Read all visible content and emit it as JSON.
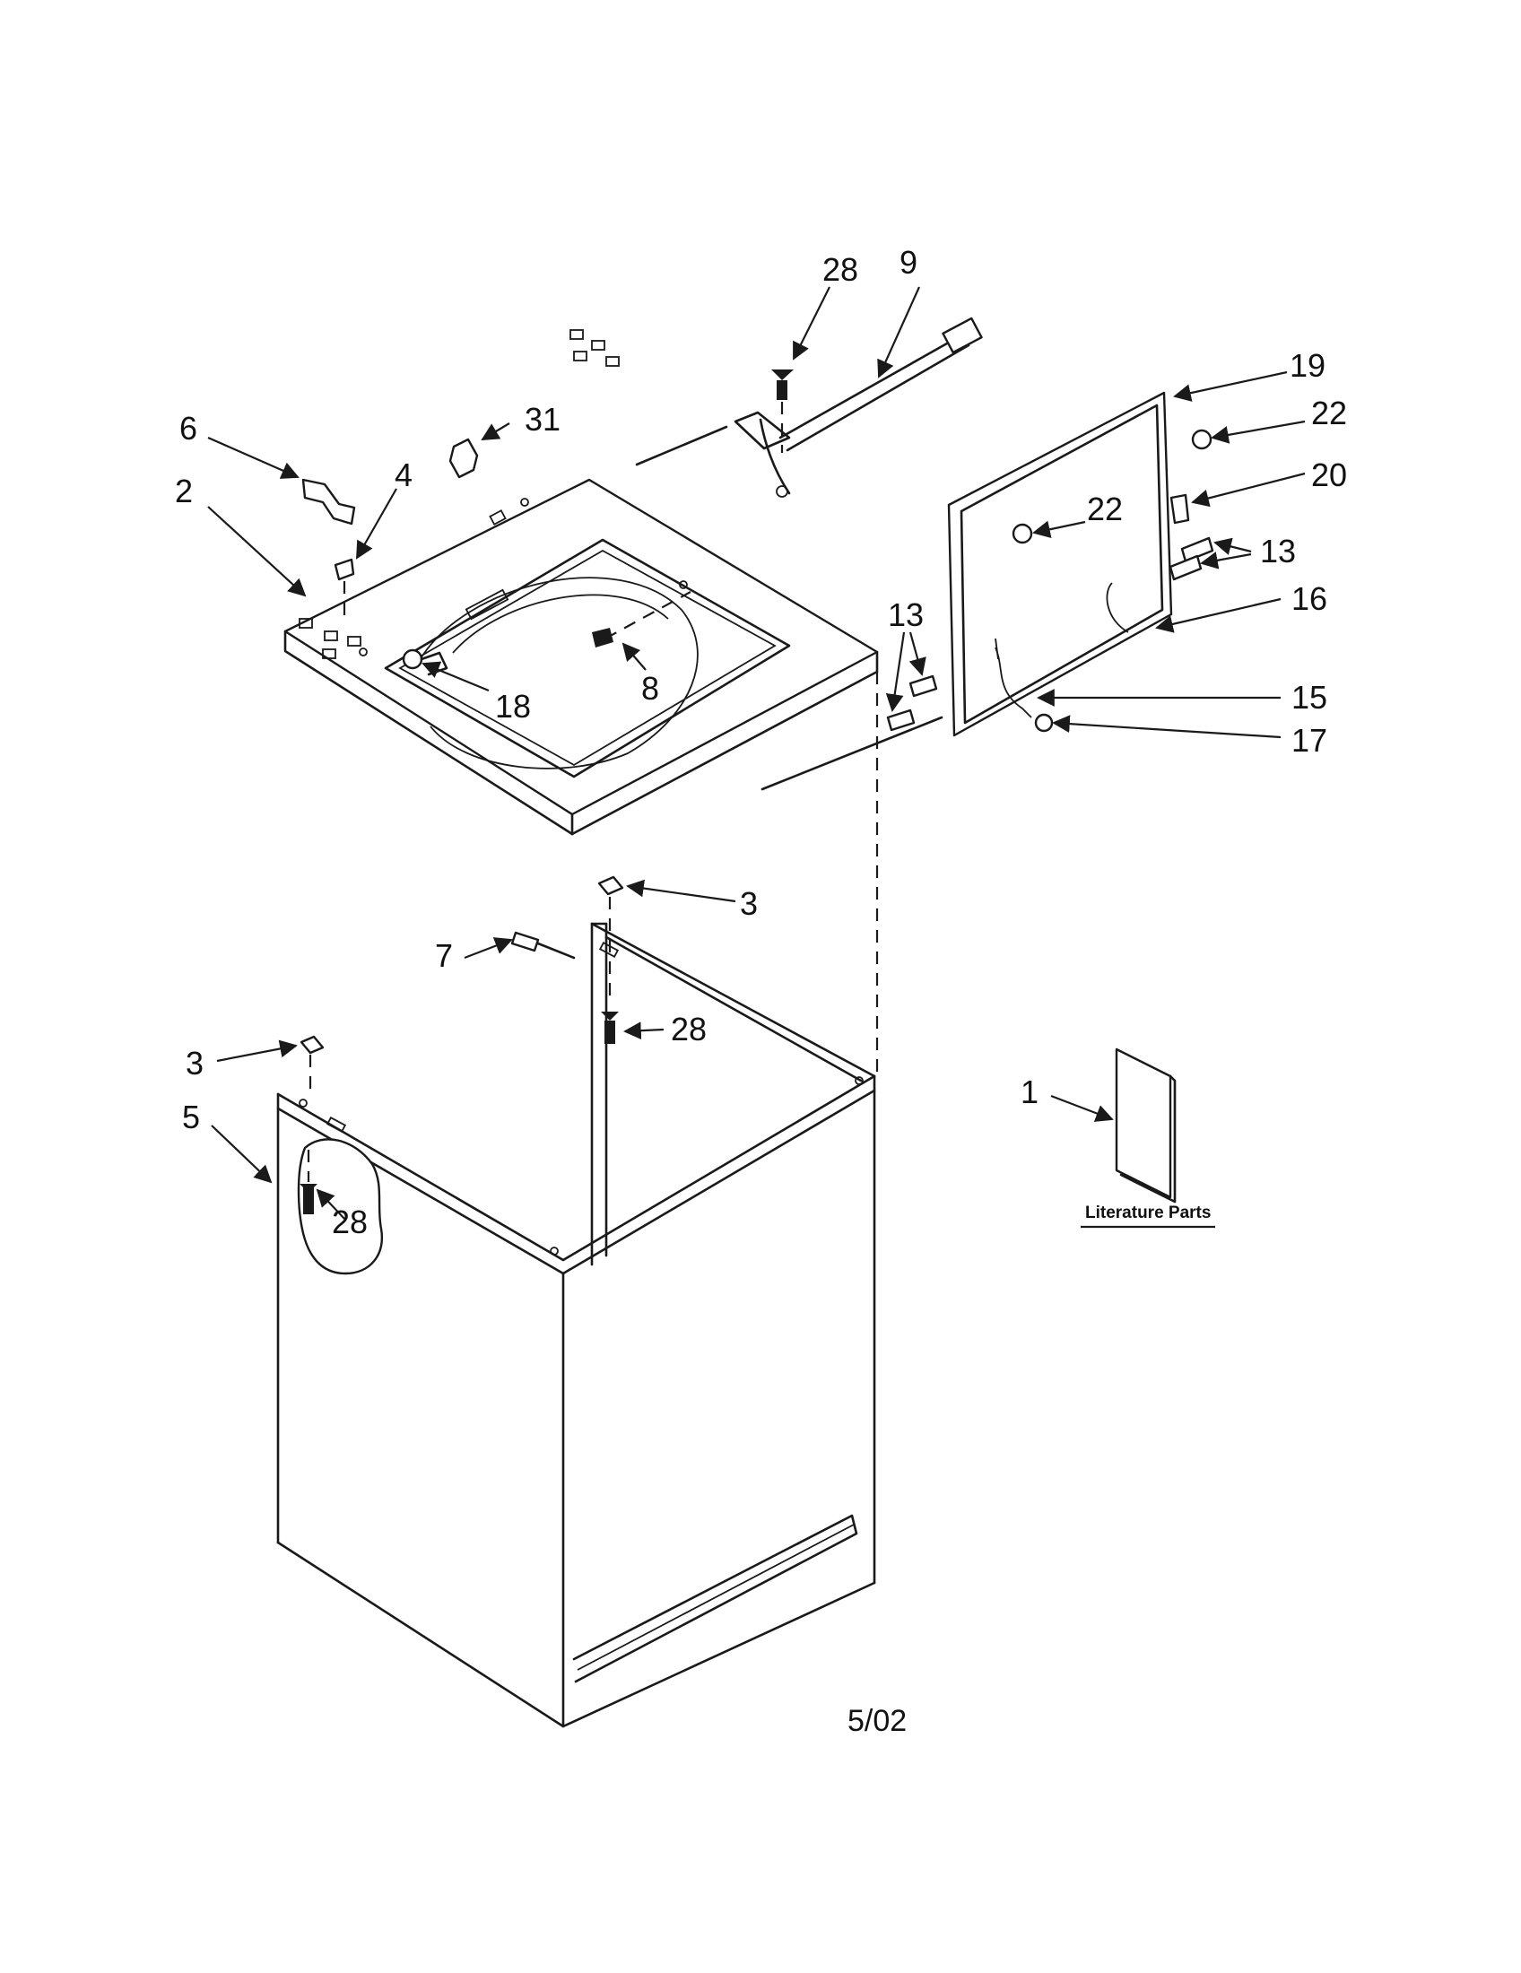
{
  "callouts": {
    "c28_top": "28",
    "c9": "9",
    "c19": "19",
    "c22_right": "22",
    "c20": "20",
    "c22_inner": "22",
    "c13_right": "13",
    "c16": "16",
    "c13_left": "13",
    "c15": "15",
    "c17": "17",
    "c6": "6",
    "c31": "31",
    "c4": "4",
    "c2": "2",
    "c8": "8",
    "c18": "18",
    "c3_top": "3",
    "c7": "7",
    "c28_mid": "28",
    "c3_left": "3",
    "c5": "5",
    "c28_cab": "28",
    "c1": "1"
  },
  "literature_caption": "Literature Parts",
  "date_code": "5/02"
}
